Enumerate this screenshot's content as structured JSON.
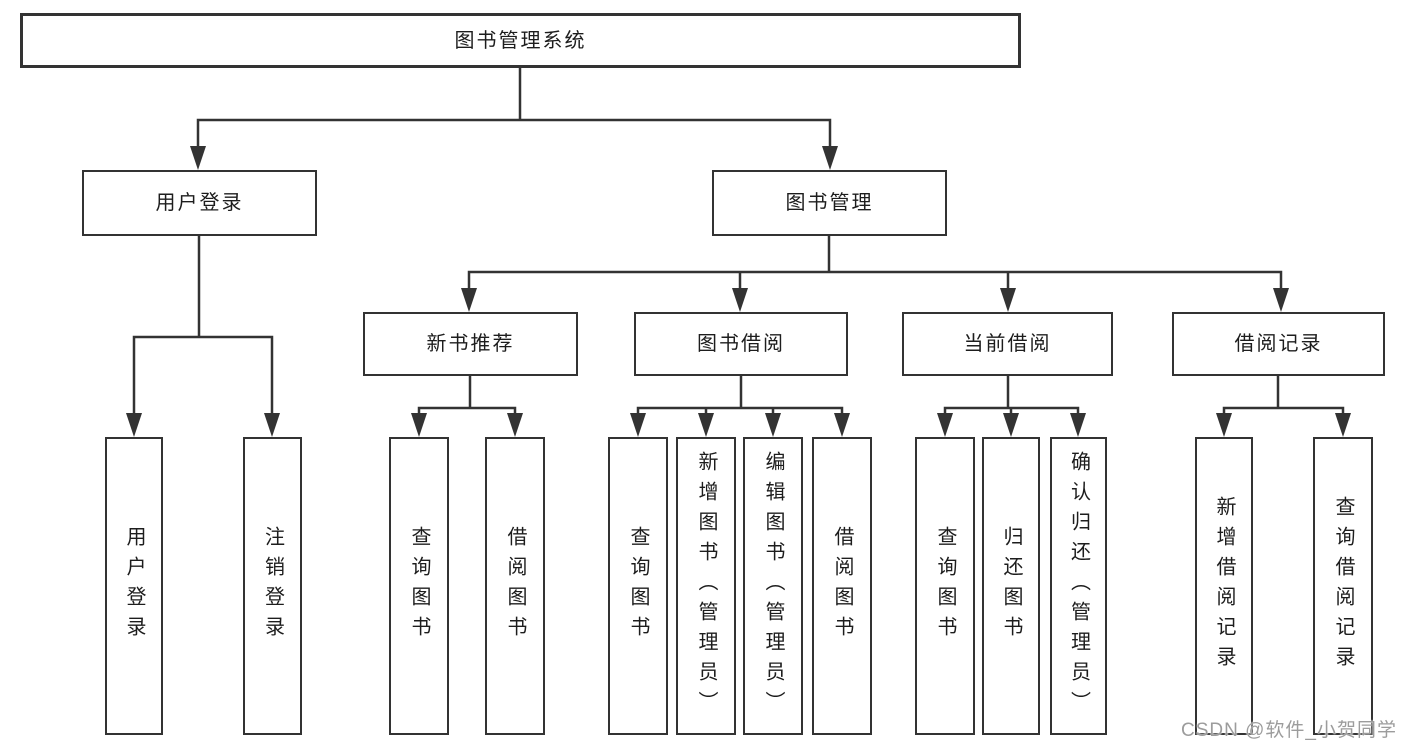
{
  "tree": {
    "root": {
      "label": "图书管理系统"
    },
    "branches": [
      {
        "label": "用户登录",
        "children": [
          {
            "label": "用户登录"
          },
          {
            "label": "注销登录"
          }
        ]
      },
      {
        "label": "图书管理",
        "groups": [
          {
            "label": "新书推荐",
            "children": [
              {
                "label": "查询图书"
              },
              {
                "label": "借阅图书"
              }
            ]
          },
          {
            "label": "图书借阅",
            "children": [
              {
                "label": "查询图书"
              },
              {
                "label": "新增图书（管理员）"
              },
              {
                "label": "编辑图书（管理员）"
              },
              {
                "label": "借阅图书"
              }
            ]
          },
          {
            "label": "当前借阅",
            "children": [
              {
                "label": "查询图书"
              },
              {
                "label": "归还图书"
              },
              {
                "label": "确认归还（管理员）"
              }
            ]
          },
          {
            "label": "借阅记录",
            "children": [
              {
                "label": "新增借阅记录"
              },
              {
                "label": "查询借阅记录"
              }
            ]
          }
        ]
      }
    ]
  },
  "watermark": "CSDN @软件_小贺同学",
  "colors": {
    "line": "#333333",
    "box_border": "#333333",
    "text": "#1d1d1d",
    "watermark": "#9c9c9c",
    "background": "#ffffff"
  }
}
